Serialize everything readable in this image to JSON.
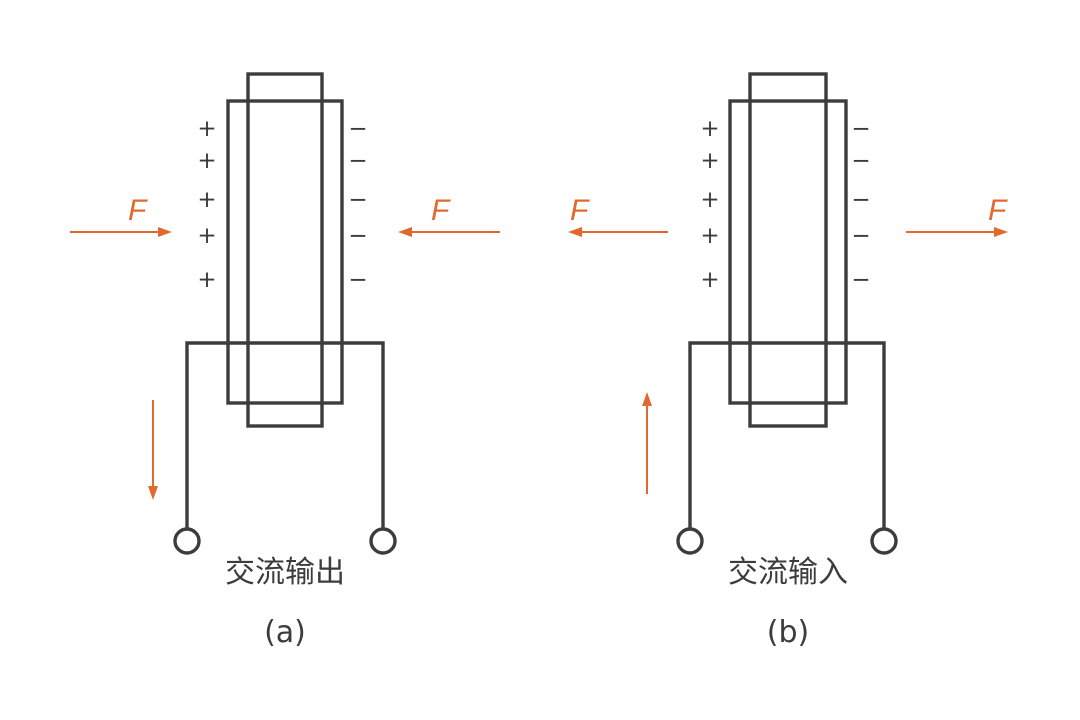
{
  "colors": {
    "line": "#3c3c3c",
    "force": "#e06a2e",
    "background": "#ffffff"
  },
  "force_label": "F",
  "plus_sign": "+",
  "minus_sign": "−",
  "panels": [
    {
      "caption": "交流输出",
      "sublabel": "(a)",
      "force_direction": "inward",
      "current_direction": "down"
    },
    {
      "caption": "交流输入",
      "sublabel": "(b)",
      "force_direction": "outward",
      "current_direction": "up"
    }
  ]
}
